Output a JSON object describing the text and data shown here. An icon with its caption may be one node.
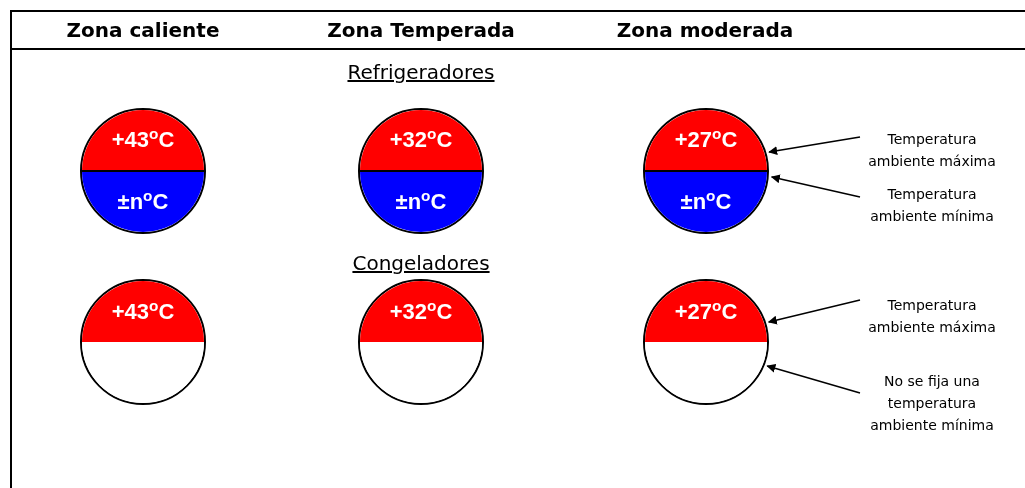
{
  "diagram": {
    "nodes": [
      {
        "text": [
          "+43$^{o}$C",
          "±n$^{o}$C"
        ]
      },
      {
        "text": [
          "+32$^{o}$C",
          "±n$^{o}$C"
        ]
      },
      {
        "text": [
          "+27$^{o}$C",
          "±n$^{o}$C"
        ]
      },
      {
        "text": [
          "Temperatura ambiente máxima"
        ]
      },
      {
        "text": [
          "Temperatura ambiente mínima"
        ]
      },
      {
        "text": [
          "+43$^{o}$C"
        ]
      },
      {
        "text": [
          "+32$^{o}$C"
        ]
      },
      {
        "text": [
          "+27$^{o}$C"
        ]
      },
      {
        "text": [
          "Temperatura ambiente máxima"
        ]
      },
      {
        "text": [
          "No se fija una temperatura ambiente mínima"
        ]
      }
    ],
    "edges": [
      {
        "from": 3,
        "to": 2,
        "arrow": "to"
      },
      {
        "from": 4,
        "to": 2,
        "arrow": "to"
      },
      {
        "from": 8,
        "to": 7,
        "arrow": "to"
      },
      {
        "from": 9,
        "to": 7,
        "arrow": "to"
      }
    ],
    "labels": [
      "Zona caliente",
      "Zona Temperada",
      "Zona moderada",
      "Refrigeradores",
      "Congeladores"
    ]
  }
}
